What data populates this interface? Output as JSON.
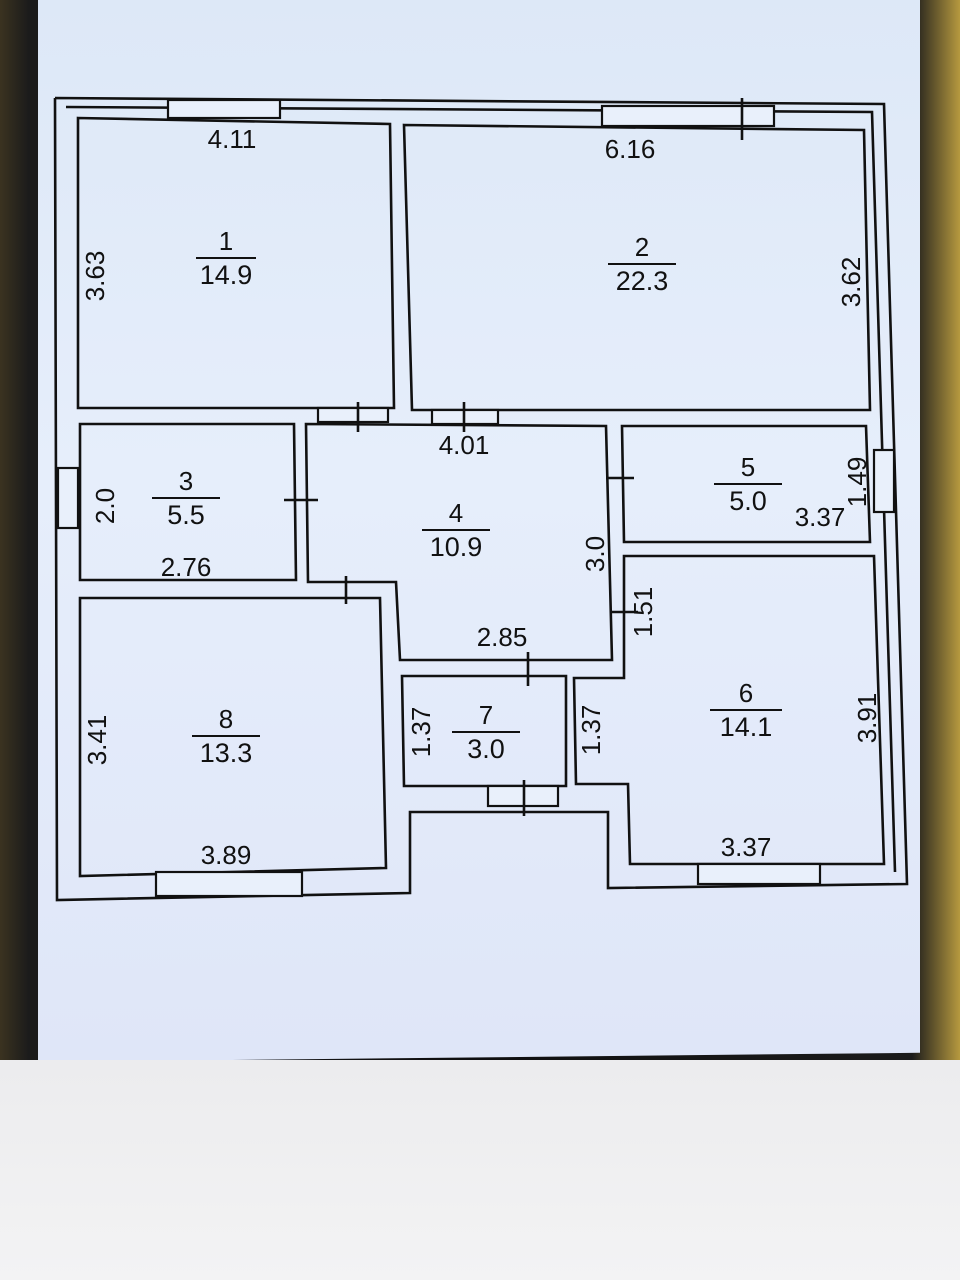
{
  "plan": {
    "rooms": [
      {
        "number": "1",
        "area": "14.9"
      },
      {
        "number": "2",
        "area": "22.3"
      },
      {
        "number": "3",
        "area": "5.5"
      },
      {
        "number": "4",
        "area": "10.9"
      },
      {
        "number": "5",
        "area": "5.0"
      },
      {
        "number": "6",
        "area": "14.1"
      },
      {
        "number": "7",
        "area": "3.0"
      },
      {
        "number": "8",
        "area": "13.3"
      }
    ],
    "dimensions": {
      "r1_w": "4.11",
      "r1_h": "3.63",
      "r2_w": "6.16",
      "r2_h": "3.62",
      "r3_w": "2.76",
      "r3_h": "2.0",
      "r4_w": "4.01",
      "r4_h": "3.0",
      "r4_b": "2.85",
      "r5_w": "3.37",
      "r5_h": "1.49",
      "r6_h": "3.91",
      "r6_w": "3.37",
      "r6_l": "1.37",
      "r6_t": "1.51",
      "r7_h": "1.37",
      "r8_h": "3.41",
      "r8_w": "3.89"
    }
  },
  "colors": {
    "screen": "#e2ebf9",
    "ink": "#111111"
  }
}
